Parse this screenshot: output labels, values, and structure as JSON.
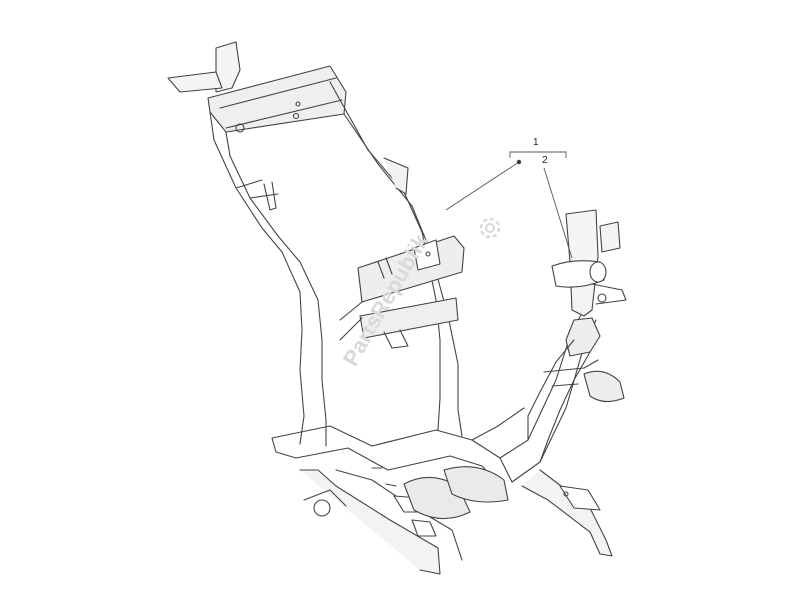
{
  "diagram": {
    "callouts": [
      {
        "id": "callout-1",
        "number": "1"
      },
      {
        "id": "callout-2",
        "number": "2"
      }
    ],
    "watermark": {
      "text": "PartsRepublik",
      "icon": "gear-icon"
    },
    "colors": {
      "line": "#444444",
      "shade": "#e6e6e6",
      "watermark": "#d9d9d9"
    }
  }
}
